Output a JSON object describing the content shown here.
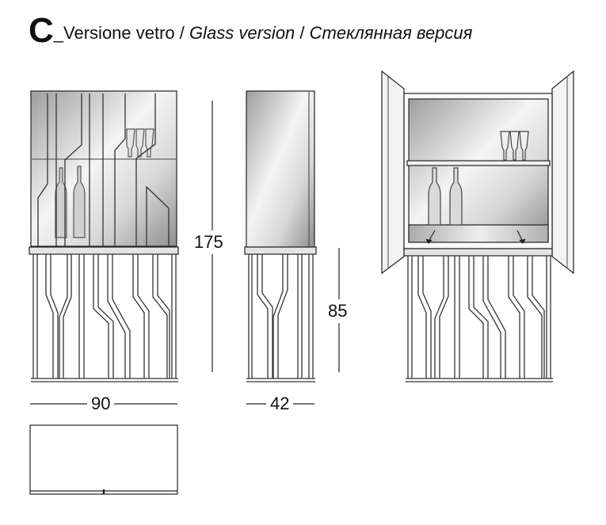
{
  "title": {
    "letter": "C",
    "separator": "_",
    "it": "Versione vetro",
    "slash1": " / ",
    "en": "Glass version",
    "slash2": " / ",
    "ru": "Стеклянная версия"
  },
  "dimensions": {
    "total_height": "175",
    "base_height": "85",
    "width": "90",
    "depth": "42"
  },
  "colors": {
    "line": "#222222",
    "glass_light": "#f2f2f2",
    "glass_dark": "#9a9a9a"
  }
}
